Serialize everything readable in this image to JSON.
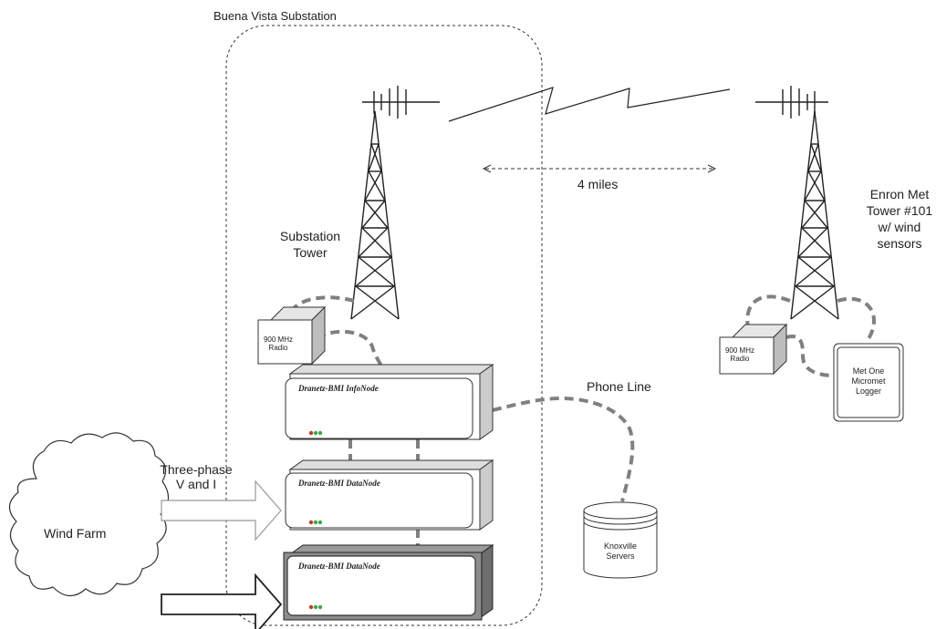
{
  "substation": {
    "label": "Buena Vista Substation"
  },
  "substation_tower": {
    "label_line1": "Substation",
    "label_line2": "Tower"
  },
  "distance": {
    "label": "4 miles"
  },
  "met_tower": {
    "label_line1": "Enron Met",
    "label_line2": "Tower #101",
    "label_line3": "w/  wind",
    "label_line4": "sensors"
  },
  "radio_left": {
    "line1": "900 MHz",
    "line2": "Radio"
  },
  "radio_right": {
    "line1": "900 MHz",
    "line2": "Radio"
  },
  "logger": {
    "line1": "Met One",
    "line2": "Micromet",
    "line3": "Logger"
  },
  "infonode": {
    "title": "Dranetz-BMI InfoNode"
  },
  "datanode_1": {
    "title": "Dranetz-BMI DataNode"
  },
  "datanode_2": {
    "title": "Dranetz-BMI DataNode"
  },
  "phone_line": {
    "label": "Phone Line"
  },
  "servers": {
    "line1": "Knoxville",
    "line2": "Servers"
  },
  "three_phase": {
    "line1": "Three-phase",
    "line2": "V and I"
  },
  "wind_farm": {
    "label": "Wind Farm"
  },
  "colors": {
    "cable": "#808080",
    "led_red": "#c0392b",
    "led_green": "#3aa845",
    "box_shade": "#cccccc"
  }
}
